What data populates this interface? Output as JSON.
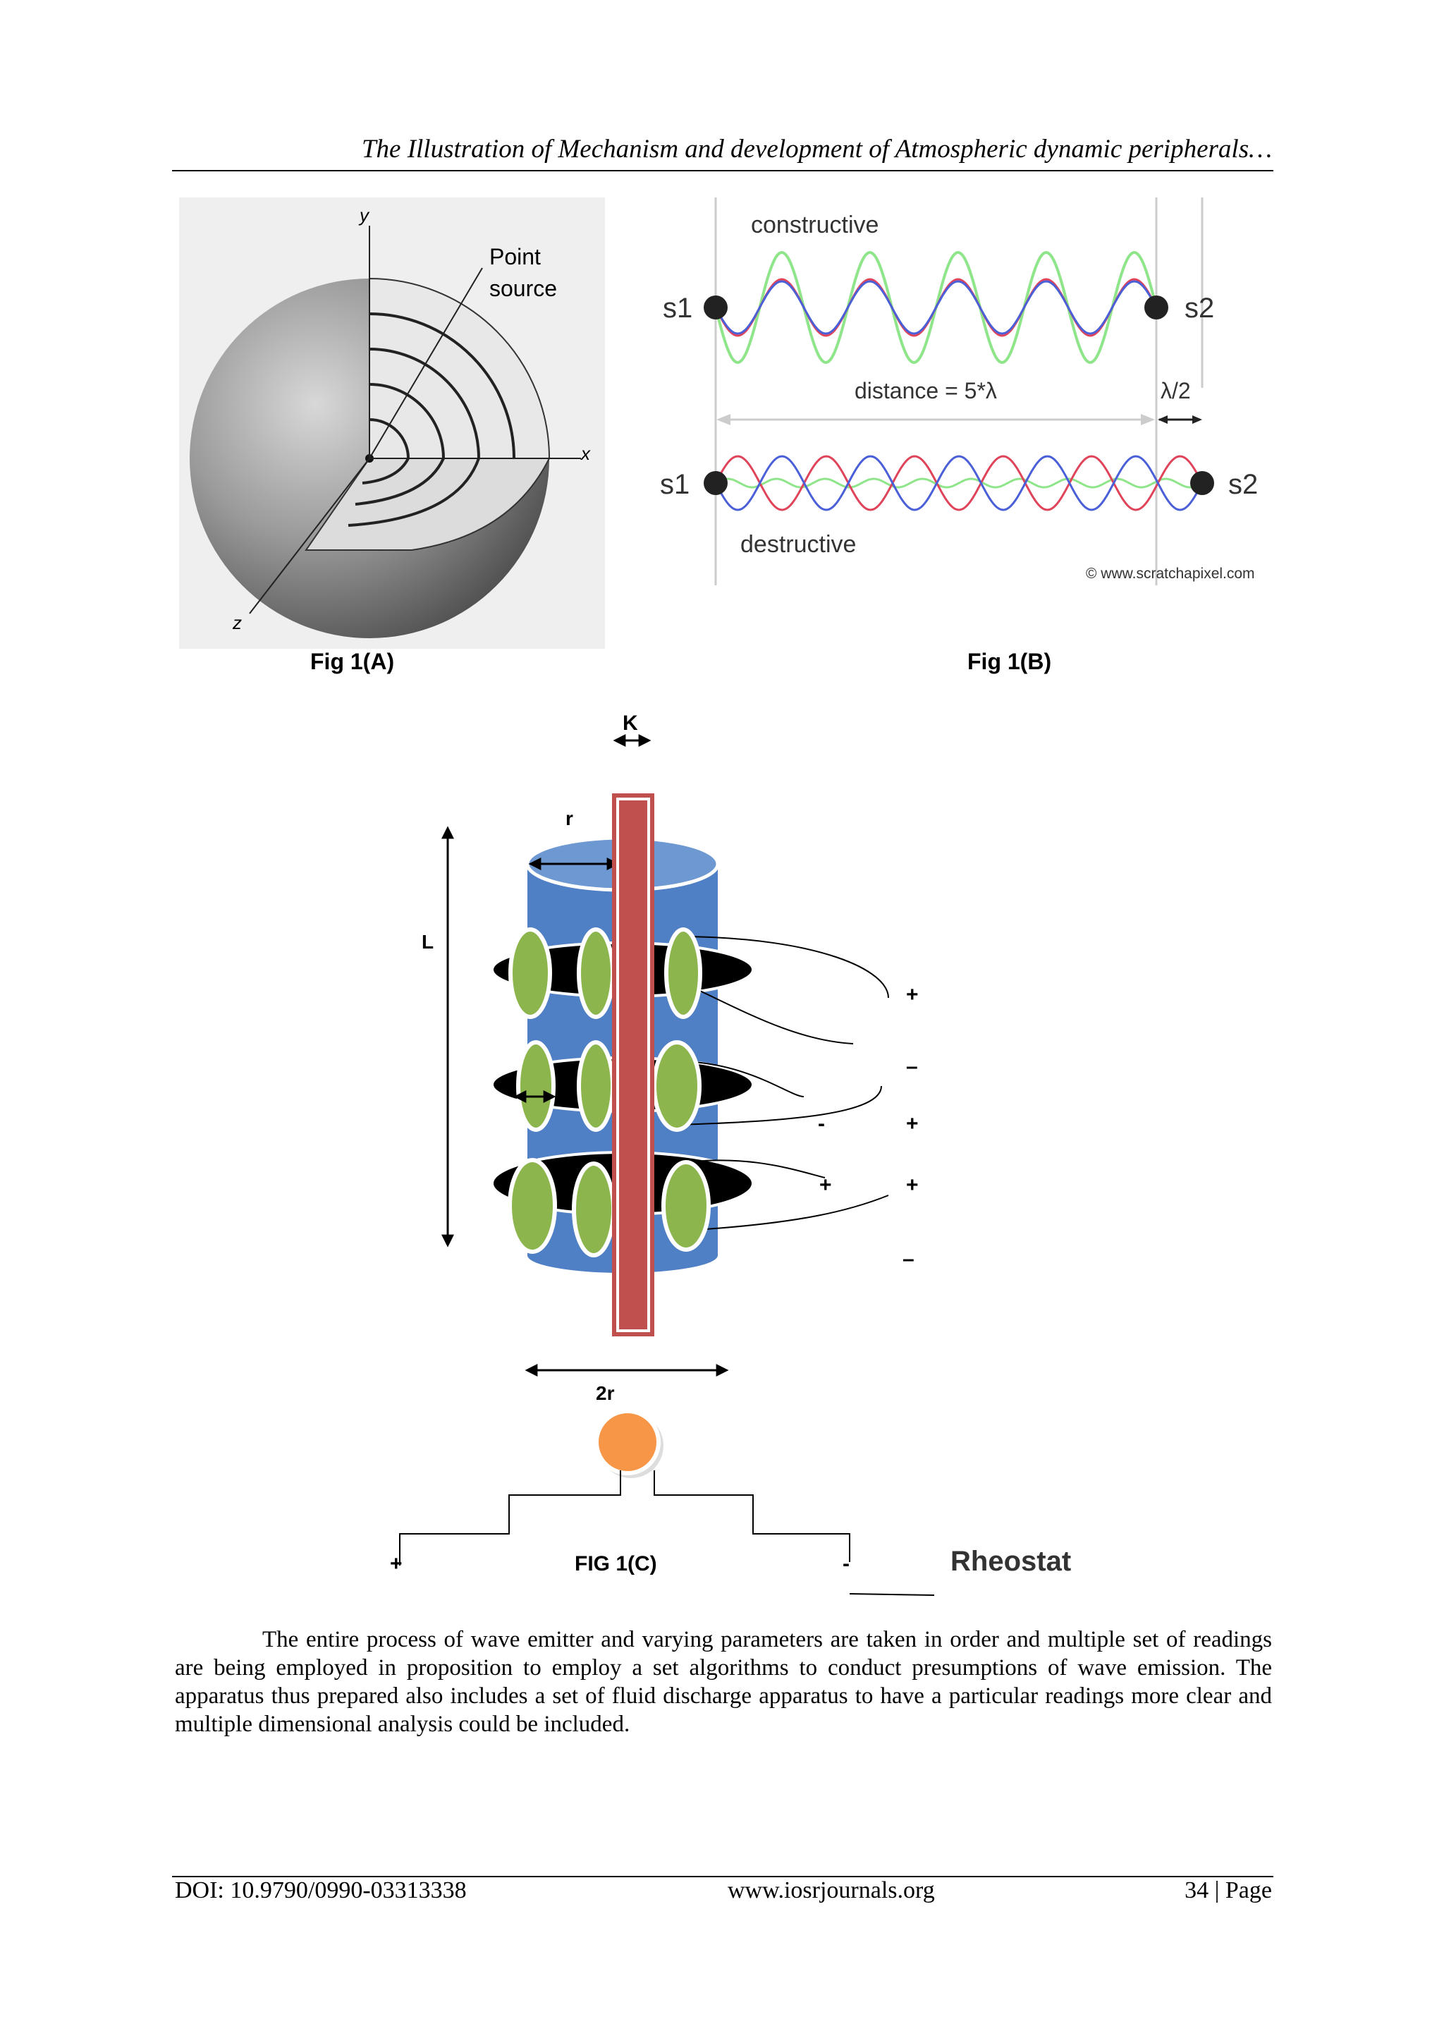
{
  "header": {
    "running_title": "The Illustration of Mechanism and development of Atmospheric dynamic peripherals…"
  },
  "figures": {
    "fig1a": {
      "caption": "Fig 1(A)",
      "axis_y": "y",
      "axis_x": "x",
      "axis_z": "z",
      "label_line1": "Point",
      "label_line2": "source"
    },
    "fig1b": {
      "caption": "Fig 1(B)",
      "constructive": "constructive",
      "destructive": "destructive",
      "s1": "s1",
      "s2": "s2",
      "distance": "distance = 5*λ",
      "half_lambda": "λ/2",
      "credit": "© www.scratchapixel.com",
      "colors": {
        "wave_green": "#8fe58a",
        "wave_blue": "#4a5fd8",
        "wave_red": "#e0445a",
        "source_dot": "#222222"
      }
    },
    "fig1c": {
      "caption": "FIG 1(C)",
      "k": "K",
      "r": "r",
      "L": "L",
      "two_r": "2r",
      "plus": "+",
      "minus": "–",
      "dash": "-",
      "rheostat": "Rheostat",
      "colors": {
        "cylinder": "#4f7fc4",
        "cylinder_top": "#6d98d2",
        "rod": "#c0504d",
        "pad": "#8db54e",
        "orb": "#f79646"
      }
    }
  },
  "body": {
    "paragraph": "The entire process of wave emitter and varying parameters are taken in order and multiple set of readings are being employed in proposition to employ a set algorithms to conduct presumptions of wave emission. The apparatus thus prepared also includes a set of fluid discharge apparatus to have a particular readings more clear and multiple dimensional analysis could be included."
  },
  "footer": {
    "doi": "DOI: 10.9790/0990-03313338",
    "website": "www.iosrjournals.org",
    "page": "34 | Page"
  }
}
